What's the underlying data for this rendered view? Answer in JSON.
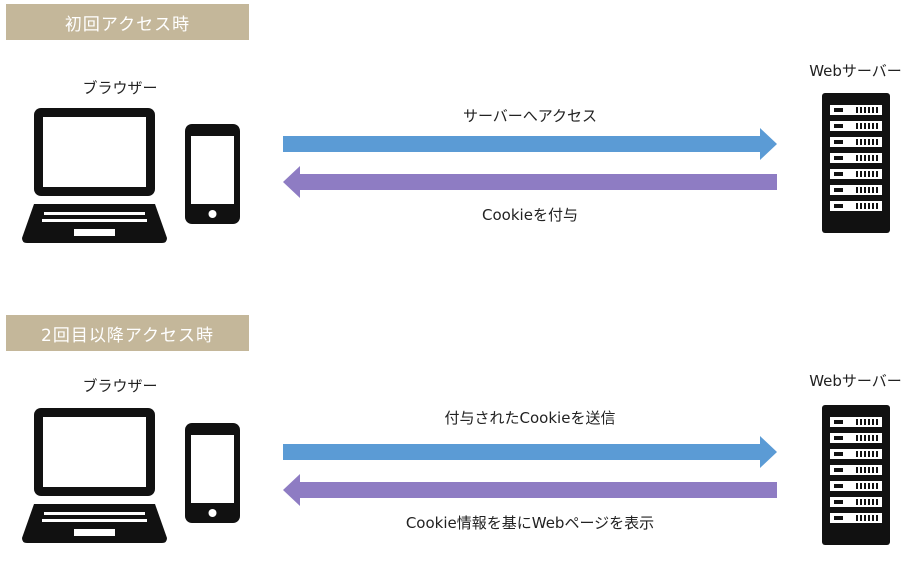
{
  "colors": {
    "header_bg": "#c4b79a",
    "header_text": "#ffffff",
    "request_arrow": "#5b9bd5",
    "response_arrow": "#8e7cc3",
    "device": "#111111"
  },
  "sections": [
    {
      "header": "初回アクセス時",
      "browser_label": "ブラウザー",
      "server_label": "Webサーバー",
      "request_label": "サーバーへアクセス",
      "response_label": "Cookieを付与",
      "icons": [
        "laptop-icon",
        "smartphone-icon",
        "server-icon"
      ]
    },
    {
      "header": "2回目以降アクセス時",
      "browser_label": "ブラウザー",
      "server_label": "Webサーバー",
      "request_label": "付与されたCookieを送信",
      "response_label": "Cookie情報を基にWebページを表示",
      "icons": [
        "laptop-icon",
        "smartphone-icon",
        "server-icon"
      ]
    }
  ]
}
